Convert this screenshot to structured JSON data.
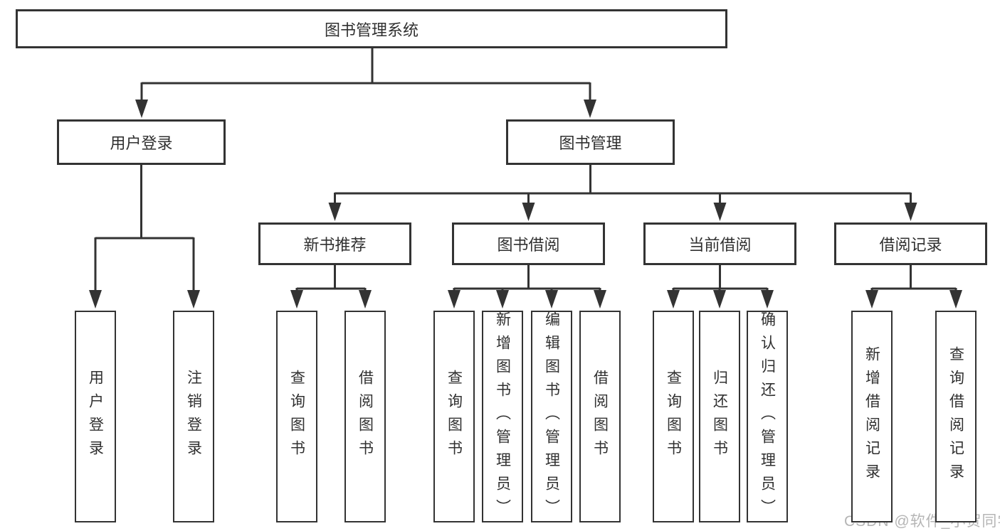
{
  "diagram": {
    "type": "hierarchy",
    "title": "图书管理系统",
    "root": {
      "label": "图书管理系统",
      "children": [
        {
          "label": "用户登录",
          "children": [
            {
              "label": "用户登录"
            },
            {
              "label": "注销登录"
            }
          ]
        },
        {
          "label": "图书管理",
          "children": [
            {
              "label": "新书推荐",
              "children": [
                {
                  "label": "查询图书"
                },
                {
                  "label": "借阅图书"
                }
              ]
            },
            {
              "label": "图书借阅",
              "children": [
                {
                  "label": "查询图书"
                },
                {
                  "label": "新增图书（管理员）"
                },
                {
                  "label": "编辑图书（管理员）"
                },
                {
                  "label": "借阅图书"
                }
              ]
            },
            {
              "label": "当前借阅",
              "children": [
                {
                  "label": "查询图书"
                },
                {
                  "label": "归还图书"
                },
                {
                  "label": "确认归还（管理员）"
                }
              ]
            },
            {
              "label": "借阅记录",
              "children": [
                {
                  "label": "新增借阅记录"
                },
                {
                  "label": "查询借阅记录"
                }
              ]
            }
          ]
        }
      ]
    }
  },
  "colors": {
    "line": "#333333",
    "text": "#303030",
    "node_background": "#ffffff",
    "page_background": "#ffffff",
    "watermark": "#b5b5b5"
  },
  "watermark": {
    "text": "CSDN @软件_小贺同学"
  }
}
